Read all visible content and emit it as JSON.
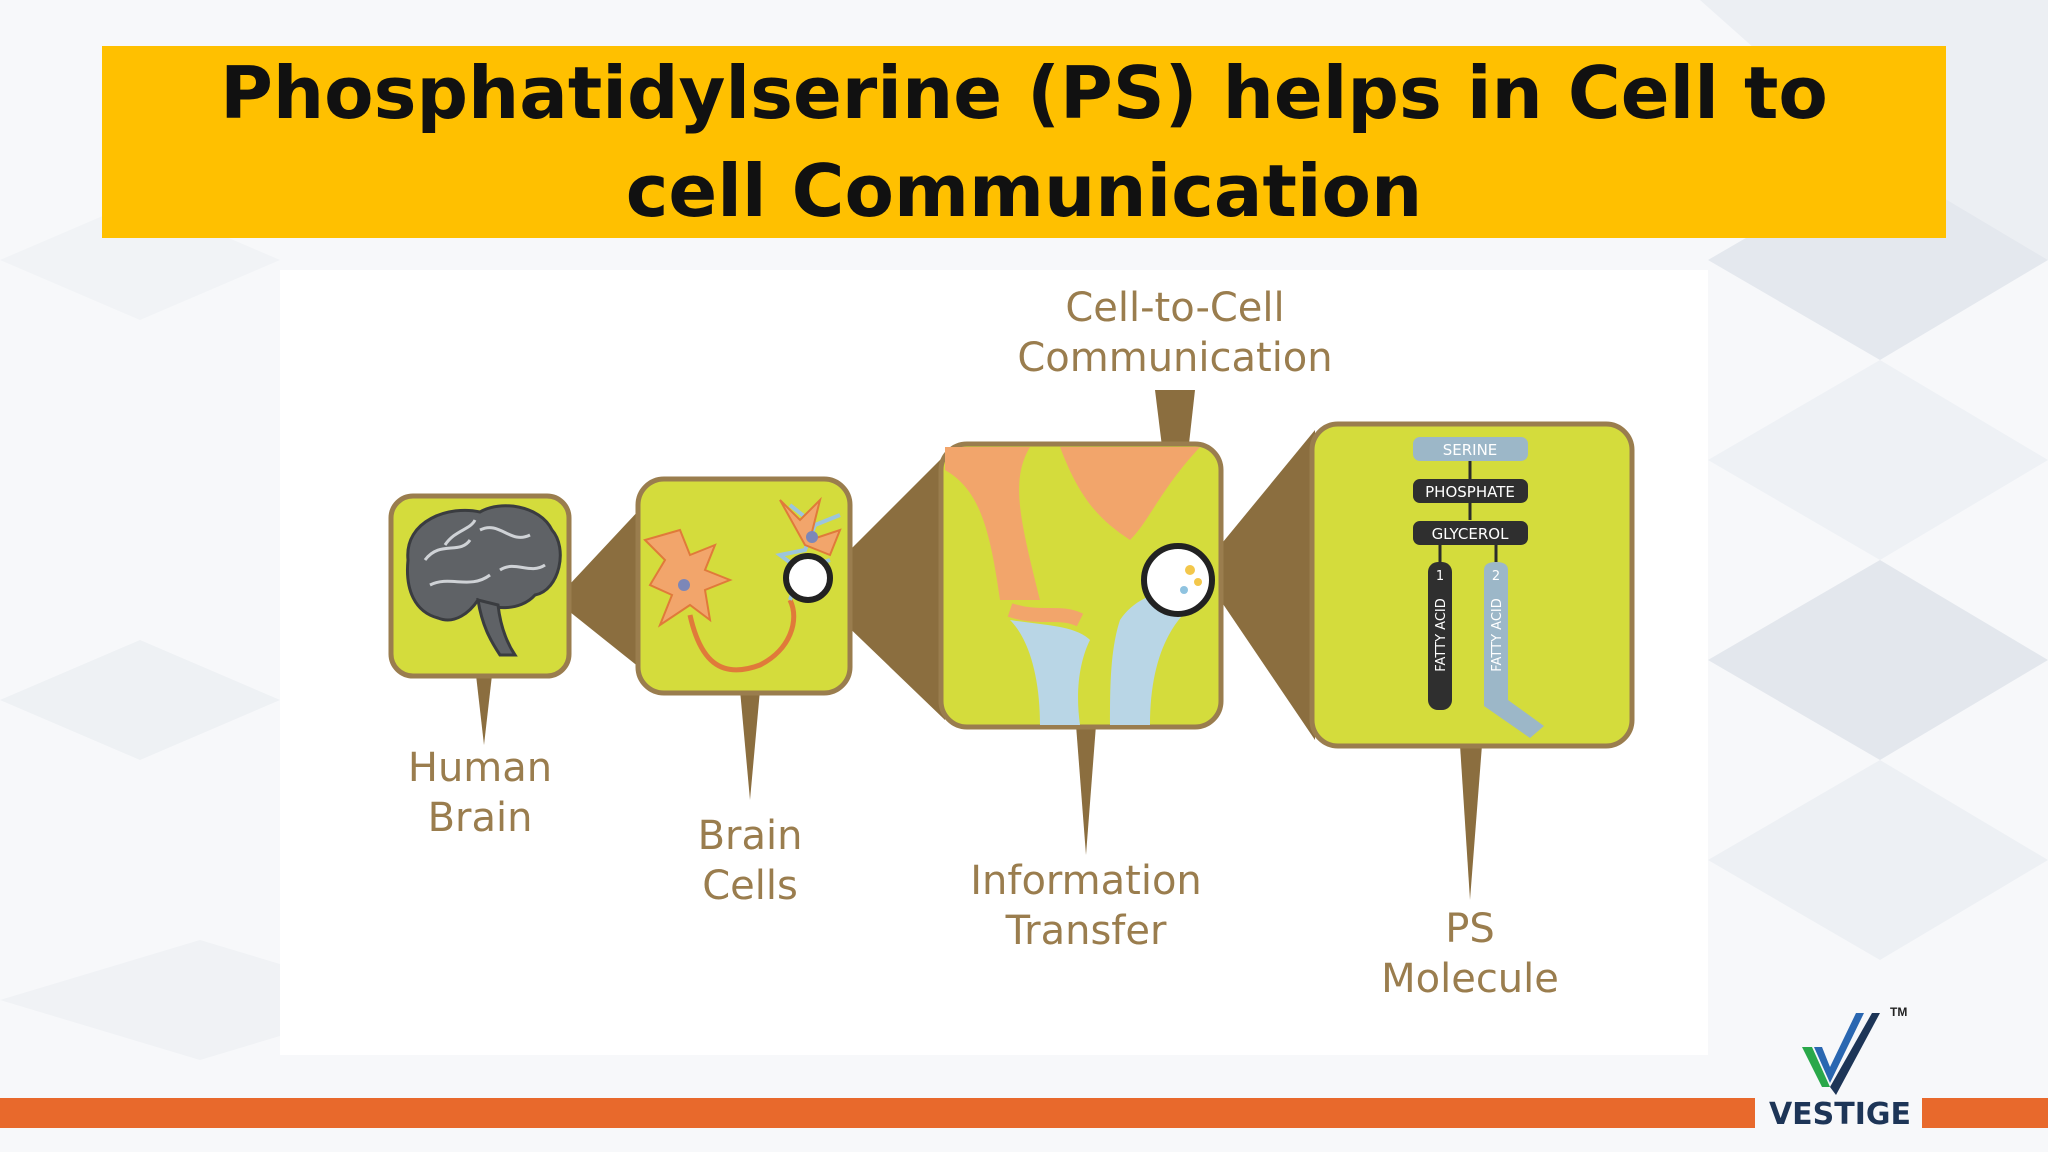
{
  "slide": {
    "title": "Phosphatidylserine (PS) helps in Cell to cell Communication"
  },
  "diagram": {
    "labels": {
      "human_brain": "Human\nBrain",
      "brain_cells": "Brain\nCells",
      "information_transfer": "Information\nTransfer",
      "ps_molecule": "PS\nMolecule",
      "cell_to_cell": "Cell-to-Cell\nCommunication"
    },
    "molecule": {
      "serine": "SERINE",
      "phosphate": "PHOSPHATE",
      "glycerol": "GLYCEROL",
      "fatty_acid": "FATTY ACID",
      "fatty_acid_1": "1",
      "fatty_acid_2": "2"
    },
    "colors": {
      "box_fill": "#d4dc3c",
      "box_border": "#9a7d4e",
      "connector": "#8b6e3f",
      "label_text": "#9a7d4e",
      "title_bg": "#ffc000",
      "accent_bar": "#e8692c"
    }
  },
  "brand": {
    "name": "VESTIGE",
    "tm": "TM"
  }
}
